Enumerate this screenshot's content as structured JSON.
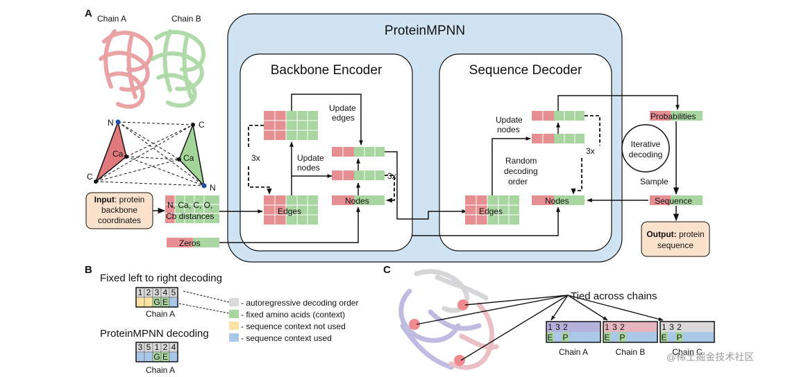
{
  "panel_a": {
    "label": "A",
    "chain_a": "Chain A",
    "chain_b": "Chain B",
    "atoms": {
      "n1": "N",
      "c1": "C",
      "ca1": "Ca",
      "c2": "C",
      "ca2": "Ca",
      "n2": "N"
    },
    "input_bold": "Input",
    "input_rest": ": protein",
    "input_line2": "backbone",
    "input_line3": "coordinates",
    "distances_line1": "N, Ca, C, O,",
    "distances_line2": "Cb distances",
    "zeros": "Zeros"
  },
  "proteinmpnn": {
    "title": "ProteinMPNN",
    "encoder_title": "Backbone Encoder",
    "decoder_title": "Sequence Decoder",
    "enc_update_edges_1": "Update",
    "enc_update_edges_2": "edges",
    "enc_update_nodes_1": "Update",
    "enc_update_nodes_2": "nodes",
    "enc_edges": "Edges",
    "enc_nodes": "Nodes",
    "repeat_3x_a": "3x",
    "repeat_3x_b": "3x",
    "dec_update_nodes_1": "Update",
    "dec_update_nodes_2": "nodes",
    "dec_random_1": "Random",
    "dec_random_2": "decoding",
    "dec_random_3": "order",
    "dec_edges": "Edges",
    "dec_nodes": "Nodes",
    "repeat_3x_c": "3x"
  },
  "outputs": {
    "probabilities": "Probabilities",
    "iterative_1": "Iterative",
    "iterative_2": "decoding",
    "sample": "Sample",
    "sequence": "Sequence",
    "output_bold": "Output:",
    "output_rest": " protein",
    "output_line2": "sequence"
  },
  "panel_b": {
    "label": "B",
    "fixed_title": "Fixed left to right decoding",
    "fixed_order": [
      "1",
      "2",
      "3",
      "4",
      "5"
    ],
    "fixed_aa": [
      "",
      "",
      "G",
      "E",
      ""
    ],
    "chain_a_1": "Chain A",
    "mpnn_title": "ProteinMPNN decoding",
    "mpnn_order": [
      "3",
      "5",
      "1",
      "2",
      "4"
    ],
    "mpnn_aa": [
      "",
      "",
      "G",
      "E",
      ""
    ],
    "chain_a_2": "Chain A",
    "legend": [
      {
        "text": "- autoregressive decoding order",
        "color": "#d9d9d9"
      },
      {
        "text": "- fixed amino acids (context)",
        "color": "#a8d5a0"
      },
      {
        "text": "- sequence context not used",
        "color": "#fbe3a4"
      },
      {
        "text": "- sequence context used",
        "color": "#a9c8e8"
      }
    ]
  },
  "panel_c": {
    "label": "C",
    "tied": "Tied across chains",
    "chains": [
      {
        "name": "Chain A",
        "order": [
          "1",
          "3",
          "2"
        ],
        "aa": [
          "E",
          "",
          "P"
        ]
      },
      {
        "name": "Chain B",
        "order": [
          "1",
          "3",
          "2"
        ],
        "aa": [
          "E",
          "",
          "P"
        ]
      },
      {
        "name": "Chain C",
        "order": [
          "1",
          "3",
          "2"
        ],
        "aa": [
          "E",
          "",
          "P"
        ]
      }
    ]
  },
  "watermark": "@稀土掘金技术社区",
  "colors": {
    "red_cell": "#e58f92",
    "green_cell": "#a8d5a0",
    "blue_box": "#cfe3f3",
    "peach_box": "#fbe2cc",
    "grey_cell": "#d9d9d9",
    "yellow_cell": "#fbe3a4",
    "blue_cell": "#a9c8e8"
  }
}
